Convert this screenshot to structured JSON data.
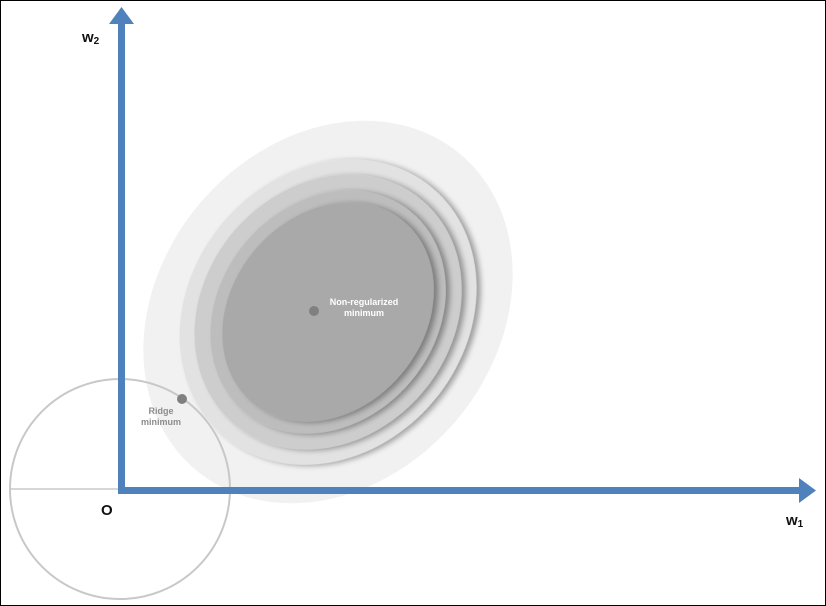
{
  "axes": {
    "x_label_letter": "w",
    "x_label_sub": "1",
    "y_label_letter": "w",
    "y_label_sub": "2",
    "origin": "O",
    "axis_color": "#4f81bd"
  },
  "points": {
    "non_regularized_line1": "Non-regularized",
    "non_regularized_line2": "minimum",
    "ridge_line1": "Ridge",
    "ridge_line2": "minimum",
    "point_color": "#808080"
  },
  "contours": {
    "colors": [
      "#f1f1f1",
      "#e2e2e2",
      "#cdcdcd",
      "#bdbdbd",
      "#a9a9a9"
    ]
  },
  "constraint": {
    "shape": "circle",
    "stroke_color": "#c8c8c8"
  }
}
